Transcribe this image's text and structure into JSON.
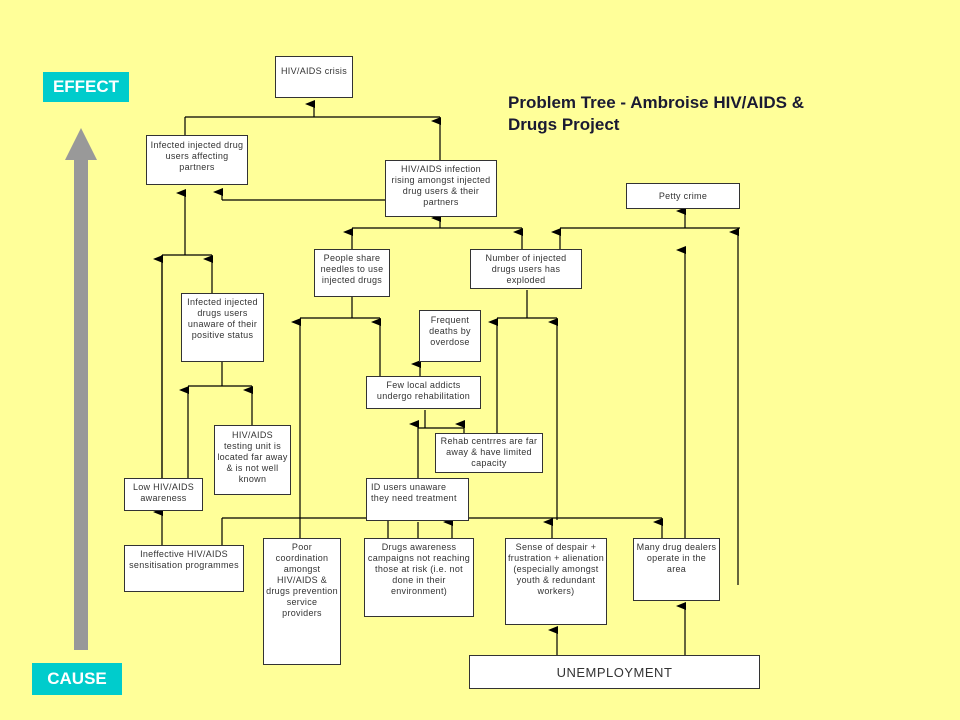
{
  "labels": {
    "effect": "EFFECT",
    "cause": "CAUSE"
  },
  "title": "Problem Tree - Ambroise HIV/AIDS & Drugs Project",
  "boxes": {
    "hiv_crisis": "HIV/AIDS crisis",
    "infected_partners": "Infected injected drug users affecting partners",
    "infection_rising": "HIV/AIDS infection rising amongst injected drug users & their partners",
    "petty_crime": "Petty crime",
    "share_needles": "People share needles to use injected drugs",
    "number_exploded": "Number of injected drugs users has exploded",
    "unaware_status": "Infected injected drugs users unaware of their positive status",
    "frequent_deaths": "Frequent deaths by overdose",
    "few_rehab": "Few local addicts undergo rehabilitation",
    "testing_unit": "HIV/AIDS testing unit is located far away & is not well known",
    "rehab_far": "Rehab centrres are far away & have limited capacity",
    "low_awareness": "Low HIV/AIDS awareness",
    "id_unaware": "ID users unaware they need treatment",
    "ineffective_sensitisation": "Ineffective HIV/AIDS sensitisation programmes",
    "poor_coordination": "Poor coordination amongst HIV/AIDS & drugs prevention service providers",
    "drug_campaigns": "Drugs awareness campaigns not reaching those at risk (i.e. not done in their environment)",
    "despair": "Sense of despair + frustration + alienation (especially amongst youth & redundant workers)",
    "drug_dealers": "Many drug dealers operate in the area",
    "unemployment": "UNEMPLOYMENT"
  },
  "colors": {
    "background": "#FFFF99",
    "label": "#00CCCC",
    "arrow": "#999999",
    "line": "#000000"
  }
}
